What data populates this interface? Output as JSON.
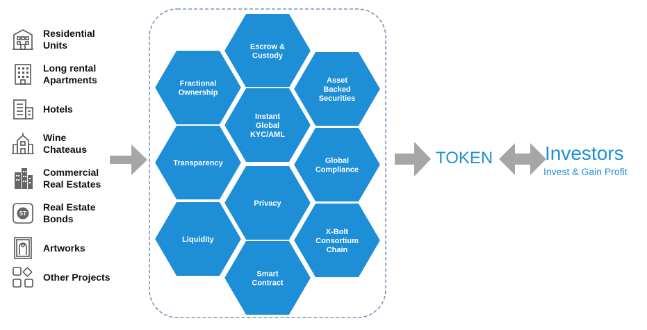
{
  "assets": [
    {
      "label": "Residential\nUnits",
      "icon": "apartment-building-icon"
    },
    {
      "label": "Long rental\nApartments",
      "icon": "office-building-icon"
    },
    {
      "label": "Hotels",
      "icon": "hotel-icon"
    },
    {
      "label": "Wine\nChateaus",
      "icon": "chateau-icon"
    },
    {
      "label": "Commercial\nReal Estates",
      "icon": "skyscraper-icon"
    },
    {
      "label": "Real Estate\nBonds",
      "icon": "bond-icon",
      "badge": "ST"
    },
    {
      "label": "Artworks",
      "icon": "artwork-icon"
    },
    {
      "label": "Other Projects",
      "icon": "grid-icon"
    }
  ],
  "features": [
    {
      "name": "escrow",
      "lines": [
        "Escrow &",
        "Custody"
      ]
    },
    {
      "name": "fractional",
      "lines": [
        "Fractional",
        "Ownership"
      ]
    },
    {
      "name": "asset-backed",
      "lines": [
        "Asset",
        "Backed",
        "Securities"
      ]
    },
    {
      "name": "kyc",
      "lines": [
        "Instant",
        "Global",
        "KYC/AML"
      ]
    },
    {
      "name": "transparency",
      "lines": [
        "Transparency"
      ]
    },
    {
      "name": "compliance",
      "lines": [
        "Global",
        "Compliance"
      ]
    },
    {
      "name": "privacy",
      "lines": [
        "Privacy"
      ]
    },
    {
      "name": "liquidity",
      "lines": [
        "Liquidity"
      ]
    },
    {
      "name": "consortium",
      "lines": [
        "X-Bolt",
        "Consortium",
        "Chain"
      ]
    },
    {
      "name": "smart-contract",
      "lines": [
        "Smart",
        "Contract"
      ]
    }
  ],
  "token_label": "TOKEN",
  "investors": {
    "title": "Investors",
    "subtitle": "Invest & Gain Profit"
  },
  "colors": {
    "hex_fill": "#1e8fd6",
    "accent_text": "#1e8fd6",
    "arrow": "#a6a6a6",
    "border": "#5b7fa8",
    "icon_stroke": "#555555"
  }
}
